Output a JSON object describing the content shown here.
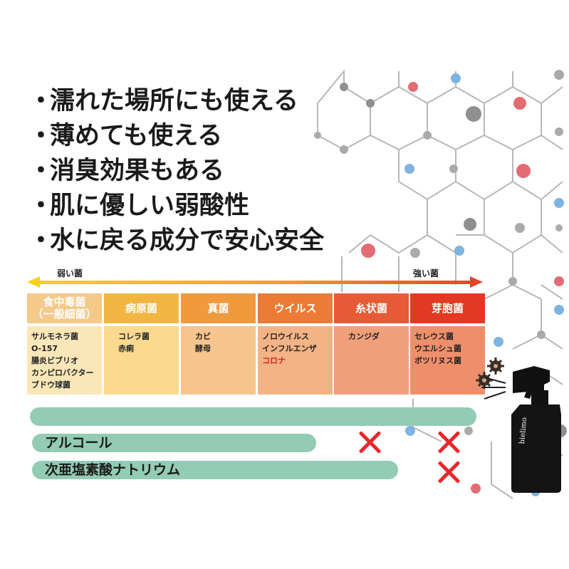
{
  "bullets": [
    "濡れた場所にも使える",
    "薄めても使える",
    "消臭効果もある",
    "肌に優しい弱酸性",
    "水に戻る成分で安心安全"
  ],
  "bullet_marker": "・",
  "arrow": {
    "weak_label": "弱い菌",
    "strong_label": "強い菌"
  },
  "categories": [
    {
      "header": "食中毒菌\n（一般細菌）",
      "header_color": "#f4c98a",
      "body_color": "#fbe6b8",
      "items": [
        "サルモネラ菌",
        "O-157",
        "腸炎ビブリオ",
        "カンピロバクター",
        "ブドウ球菌"
      ]
    },
    {
      "header": "病原菌",
      "header_color": "#f3b541",
      "body_color": "#fbd98f",
      "items": [
        "コレラ菌",
        "赤痢"
      ]
    },
    {
      "header": "真菌",
      "header_color": "#ef9a3d",
      "body_color": "#f7c48d",
      "items": [
        "カビ",
        "酵母"
      ]
    },
    {
      "header": "ウイルス",
      "header_color": "#ec7b35",
      "body_color": "#f4b384",
      "items": [
        "ノロウイルス",
        "インフルエンザ",
        "コロナ"
      ]
    },
    {
      "header": "糸状菌",
      "header_color": "#e75a36",
      "body_color": "#f09f7b",
      "items": [
        "カンジダ"
      ]
    },
    {
      "header": "芽胞菌",
      "header_color": "#e23a22",
      "body_color": "#ee8f6b",
      "items": [
        "セレウス菌",
        "ウエルシュ菌",
        "ボツリヌス菌"
      ]
    }
  ],
  "products": [
    {
      "label": "",
      "coverage": 1.0
    },
    {
      "label": "アルコール",
      "coverage": 0.66
    },
    {
      "label": "次亜塩素酸ナトリウム",
      "coverage": 0.83
    }
  ],
  "colors": {
    "pill": "#93cbb4",
    "x_mark": "#e8262a",
    "highlight_text": "#e02020"
  },
  "icons": [
    "gear-icon",
    "spray-bottle-icon",
    "x-mark-icon"
  ],
  "brand": "bielimo"
}
